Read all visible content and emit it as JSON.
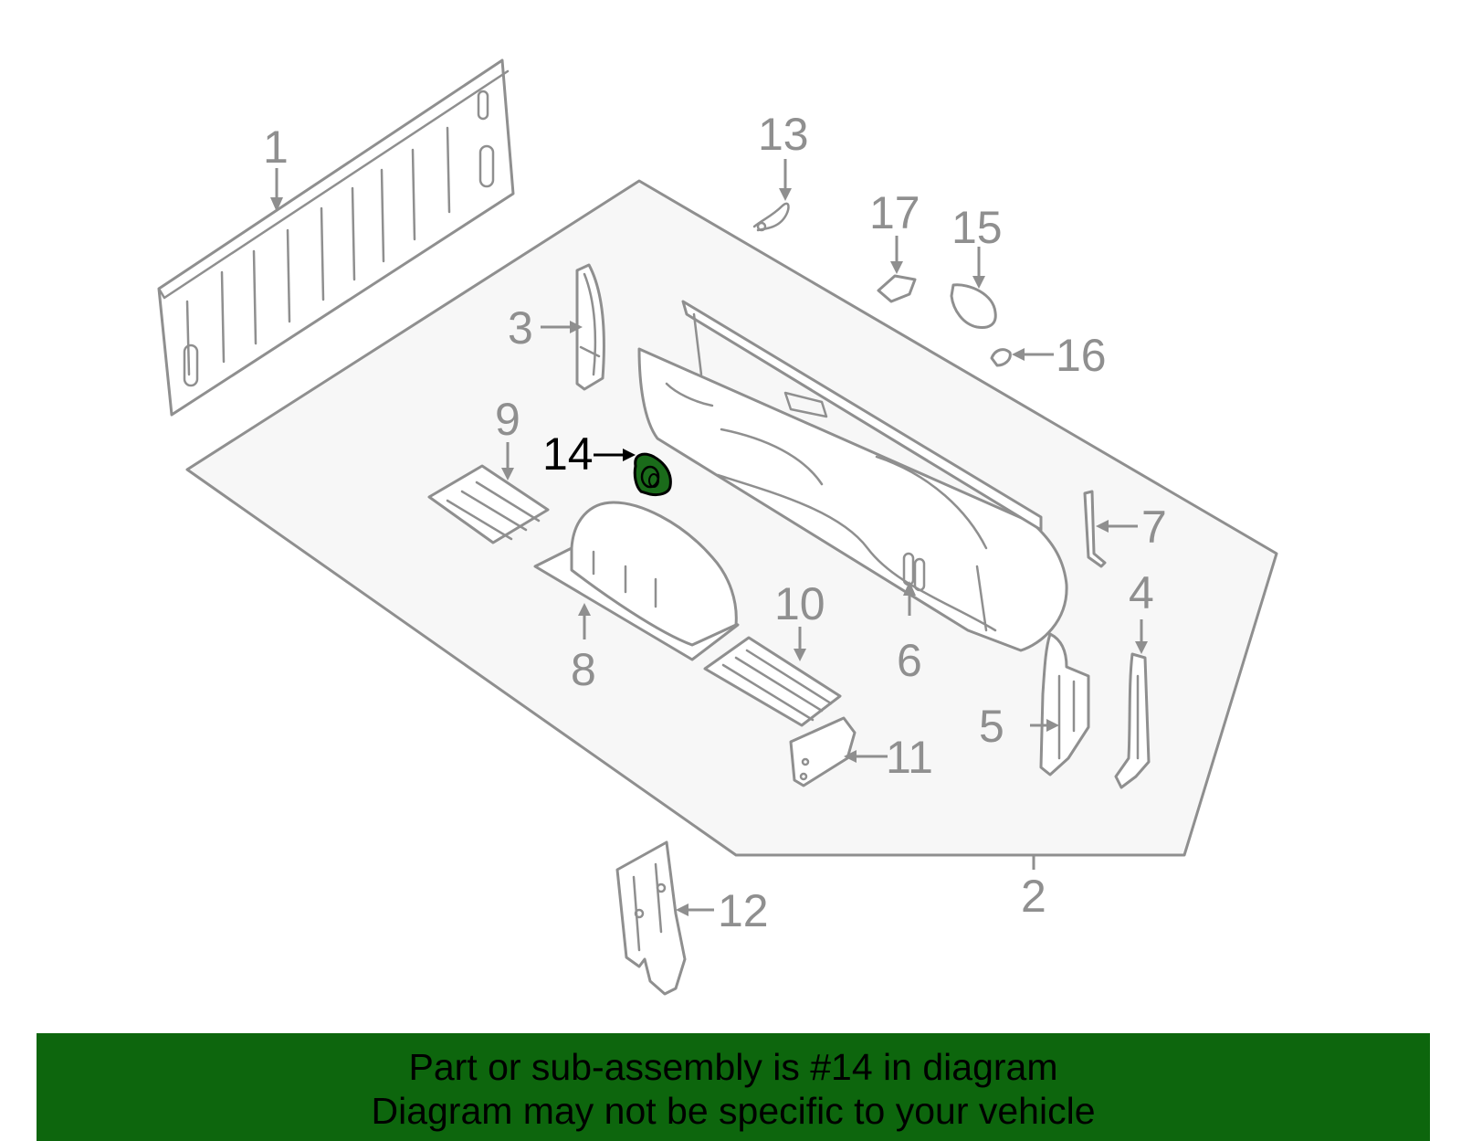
{
  "diagram": {
    "highlight_color": "#1a6b1a",
    "line_color": "#8f8f8f",
    "callouts": [
      "1",
      "2",
      "3",
      "4",
      "5",
      "6",
      "7",
      "8",
      "9",
      "10",
      "11",
      "12",
      "13",
      "14",
      "15",
      "16",
      "17"
    ],
    "highlighted_part": "14"
  },
  "banner": {
    "line1": "Part or sub-assembly is #14 in diagram",
    "line2": "Diagram may not be specific to your vehicle",
    "background": "#0d660d",
    "text_color": "#000000"
  }
}
